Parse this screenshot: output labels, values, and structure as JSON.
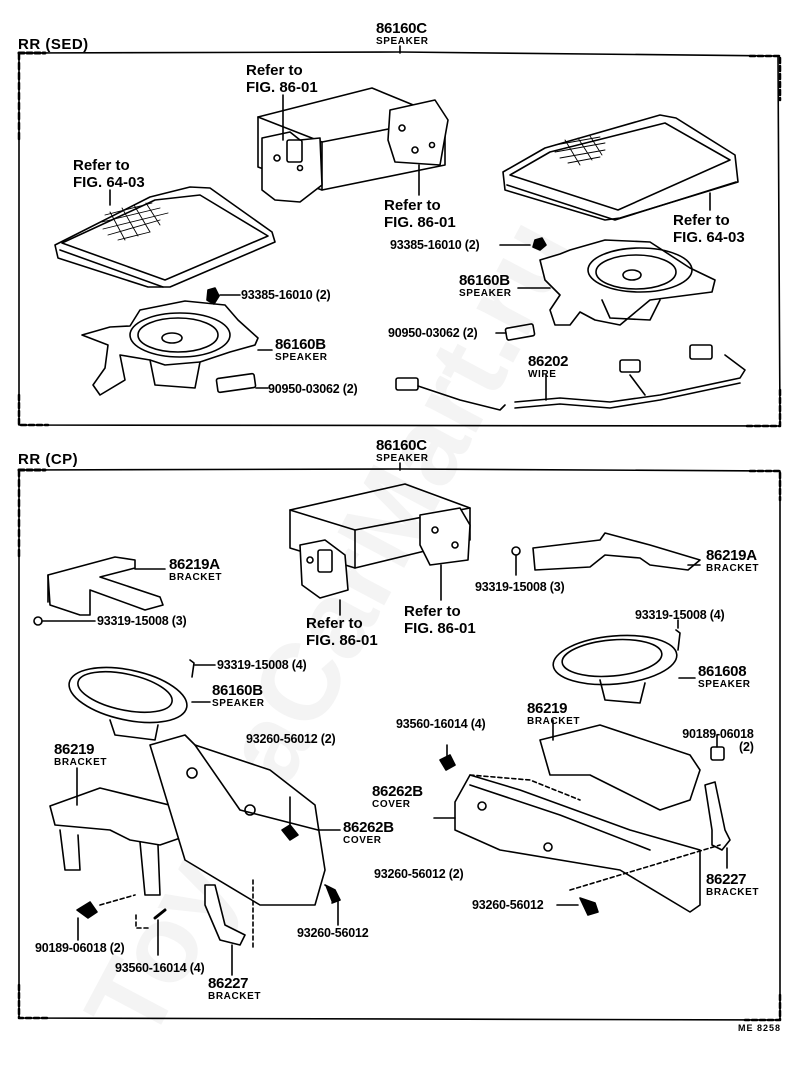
{
  "watermark": "ToyotaCarMart.ru",
  "figure_code": "ME 8258",
  "sections": [
    {
      "title": "RR (SED)",
      "labels": {
        "top_speaker": {
          "part": "86160C",
          "name": "SPEAKER"
        },
        "ref_left_box": {
          "line1": "Refer to",
          "line2": "FIG. 86-01"
        },
        "ref_right_box": {
          "line1": "Refer to",
          "line2": "FIG. 86-01"
        },
        "ref_left_grille": {
          "line1": "Refer to",
          "line2": "FIG. 64-03"
        },
        "ref_right_grille": {
          "line1": "Refer to",
          "line2": "FIG. 64-03"
        },
        "left_screw": "93385-16010 (2)",
        "left_speaker": {
          "part": "86160B",
          "name": "SPEAKER"
        },
        "left_nut": "90950-03062 (2)",
        "right_screw": "93385-16010 (2)",
        "right_speaker": {
          "part": "86160B",
          "name": "SPEAKER"
        },
        "right_nut": "90950-03062 (2)",
        "wire": {
          "part": "86202",
          "name": "WIRE"
        }
      }
    },
    {
      "title": "RR (CP)",
      "labels": {
        "top_speaker": {
          "part": "86160C",
          "name": "SPEAKER"
        },
        "ref_left_box": {
          "line1": "Refer to",
          "line2": "FIG. 86-01"
        },
        "ref_right_box": {
          "line1": "Refer to",
          "line2": "FIG. 86-01"
        },
        "left_bracket_a": {
          "part": "86219A",
          "name": "BRACKET"
        },
        "left_bracket_a_screw": "93319-15008 (3)",
        "right_bracket_a": {
          "part": "86219A",
          "name": "BRACKET"
        },
        "right_bracket_a_screw": "93319-15008 (3)",
        "left_speaker_screw": "93319-15008 (4)",
        "left_speaker": {
          "part": "86160B",
          "name": "SPEAKER"
        },
        "right_speaker_screw": "93319-15008 (4)",
        "right_speaker": {
          "part": "861608",
          "name": "SPEAKER"
        },
        "left_bracket": {
          "part": "86219",
          "name": "BRACKET"
        },
        "right_bracket": {
          "part": "86219",
          "name": "BRACKET"
        },
        "left_cover_screw": "93260-56012 (2)",
        "left_cover": {
          "part": "86262B",
          "name": "COVER"
        },
        "right_cover": {
          "part": "86262B",
          "name": "COVER"
        },
        "right_bracket_screw": "93560-16014 (4)",
        "right_clip": {
          "line1": "90189-06018",
          "line2": "(2)"
        },
        "mid_screw_2": "93260-56012 (2)",
        "mid_screw_1": "93260-56012",
        "right_lower_screw": "93260-56012",
        "left_clip": "90189-06018 (2)",
        "left_bracket_screw": "93560-16014 (4)",
        "left_small_bracket": {
          "part": "86227",
          "name": "BRACKET"
        },
        "right_small_bracket": {
          "part": "86227",
          "name": "BRACKET"
        }
      }
    }
  ]
}
